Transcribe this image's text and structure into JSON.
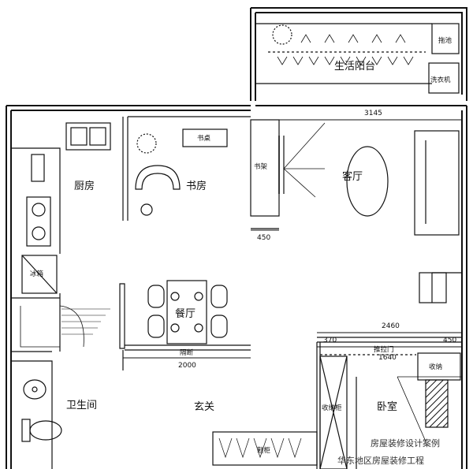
{
  "rooms": {
    "balcony": "生活阳台",
    "kitchen": "厨房",
    "study": "书房",
    "living": "客厅",
    "dining": "餐厅",
    "bathroom": "卫生间",
    "foyer": "玄关",
    "bedroom": "卧室"
  },
  "furniture": {
    "mop_sink": "拖池",
    "washer": "洗衣机",
    "desk": "书桌",
    "bookshelf": "书架",
    "fridge": "冰箱",
    "partition": "隔断",
    "sliding_door": "推拉门",
    "storage_cabinet": "收纳柜",
    "bedroom_storage": "收纳",
    "shoe_cabinet": "鞋柜"
  },
  "dimensions": {
    "top_width": "3145",
    "bookshelf_width": "450",
    "dining_width": "2000",
    "bedroom_width": "2460",
    "bedroom_left": "370",
    "sliding_width": "1640",
    "bedroom_right": "450"
  },
  "watermark": {
    "line1": "房屋装修设计案例",
    "line2": "华东地区房屋装修工程"
  }
}
